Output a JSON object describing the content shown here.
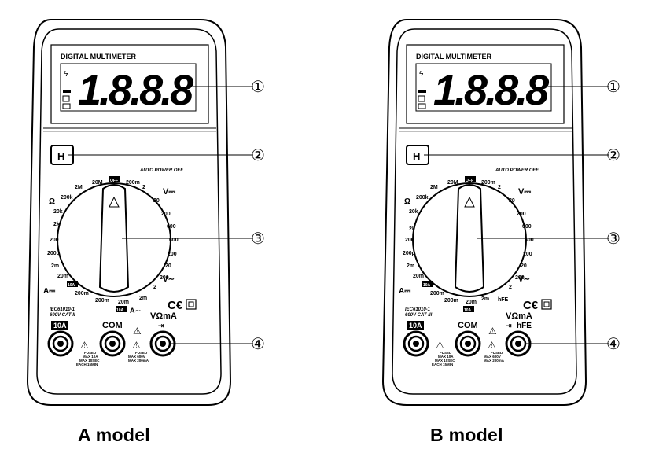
{
  "models": [
    {
      "caption": "A model",
      "brand": "DIGITAL MULTIMETER",
      "display": "1.8.8.8",
      "auto_power_off": "AUTO POWER OFF",
      "hold_key": "H",
      "left_labels": [
        "Ω",
        "200k",
        "20k",
        "2k",
        "200",
        "200µ",
        "2m",
        "20m",
        "200m"
      ],
      "top_labels": [
        "2M",
        "20M",
        "OFF",
        "200m",
        "2",
        "V⎓"
      ],
      "right_labels": [
        "20",
        "200",
        "600",
        "600",
        "200",
        "20",
        "200",
        "2",
        "V∼"
      ],
      "bottom_labels": [
        "2m",
        "20m",
        "200m",
        "10A",
        "A∼"
      ],
      "amp_labels": [
        "A⎓",
        "10A"
      ],
      "standard": "IEC61010-1",
      "category": "600V CAT II",
      "jacks": [
        "10A",
        "COM",
        "VΩmA"
      ],
      "jack_extra": "",
      "fuse_notes": [
        "FUSED",
        "MAX 10A",
        "MAX 10SEC",
        "EACH 15MIN",
        "FUSED",
        "MAX 600V",
        "MAX 200mA"
      ]
    },
    {
      "caption": "B model",
      "brand": "DIGITAL MULTIMETER",
      "display": "1.8.8.8",
      "auto_power_off": "AUTO POWER OFF",
      "hold_key": "H",
      "left_labels": [
        "Ω",
        "200k",
        "20k",
        "2k",
        "200",
        "200µ",
        "2m",
        "20m",
        "200m"
      ],
      "top_labels": [
        "2M",
        "20M",
        "OFF",
        "200m",
        "2",
        "V⎓"
      ],
      "right_labels": [
        "20",
        "200",
        "600",
        "600",
        "200",
        "20",
        "200",
        "2",
        "V∼"
      ],
      "bottom_labels": [
        "2m",
        "20m",
        "200m",
        "10A",
        "hFE"
      ],
      "amp_labels": [
        "A⎓",
        "10A"
      ],
      "standard": "IEC61010-1",
      "category": "600V CAT III",
      "jacks": [
        "10A",
        "COM",
        "VΩmA"
      ],
      "jack_extra": "hFE",
      "fuse_notes": [
        "FUSED",
        "MAX 10A",
        "MAX 10SEC",
        "EACH 15MIN",
        "FUSED",
        "MAX 600V",
        "MAX 200mA"
      ]
    }
  ],
  "callouts": [
    "①",
    "②",
    "③",
    "④"
  ]
}
